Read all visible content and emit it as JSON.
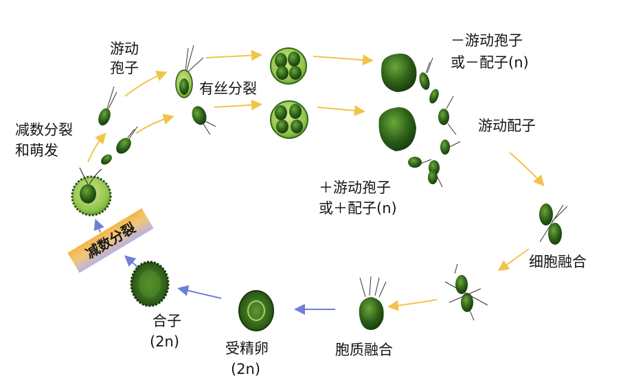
{
  "labels": {
    "zoospore": "游动\n孢子",
    "mitosis": "有丝分裂",
    "minus_zoospore_line1": "－游动孢子",
    "minus_zoospore_line2": "或－配子(n)",
    "motile_gamete": "游动配子",
    "plus_zoospore_line1": "＋游动孢子",
    "plus_zoospore_line2": "或＋配子(n)",
    "meiosis_germination_line1": "减数分裂",
    "meiosis_germination_line2": "和萌发",
    "meiosis_tag": "减数分裂",
    "cell_fusion": "细胞融合",
    "plasmogamy": "胞质融合",
    "fertilized_egg_line1": "受精卵",
    "fertilized_egg_line2": "(2n)",
    "zygote_line1": "合子",
    "zygote_line2": "(2n)"
  },
  "colors": {
    "cell_dark": "#1f4a12",
    "cell_mid": "#3f7a22",
    "cell_light": "#8dbb4a",
    "arrow_yellow": "#f2c34a",
    "arrow_blue": "#6f7fd6"
  }
}
